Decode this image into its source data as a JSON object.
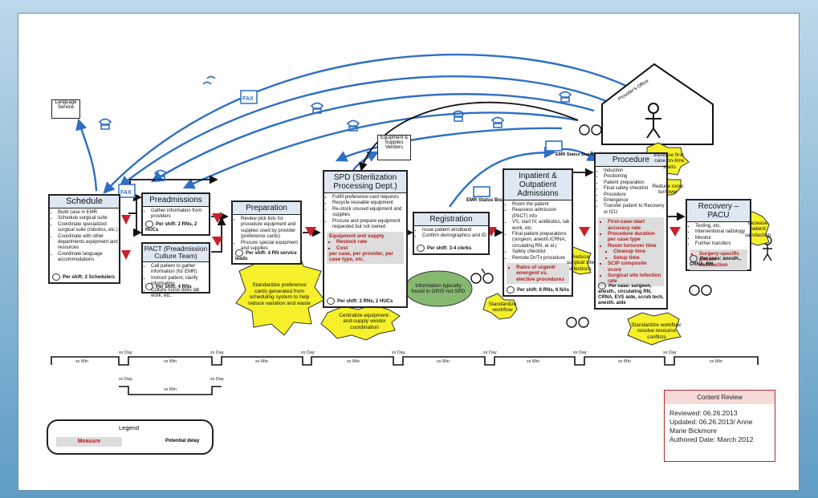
{
  "diagram": {
    "language_service": "Language Service",
    "vendors": "Equipment & Supplies Vendors",
    "fax": "FAX",
    "emr_board": "EMR Status Board",
    "provider_office": "Provider's Office"
  },
  "schedule": {
    "title": "Schedule",
    "items": [
      "Build case in EMR",
      "Schedule surgical suite",
      "Coordinate specialized surgical suite (robotics, etc.)",
      "Coordinate with other departments equipment and resources",
      "Coordinate language accommodations"
    ],
    "shift": "Per shift: 2 Schedulers"
  },
  "preadmissions": {
    "title": "Preadmissions",
    "items": [
      "Gather information from providers"
    ],
    "shift": "Per shift: 2 RNs, 2 HUCs"
  },
  "pact": {
    "title": "PACT (Preadmission Culture Team)",
    "items": [
      "Call patient to gather information (for EMR)",
      "Instruct patient; clarify information",
      "Culture nurse does lab work, etc."
    ],
    "shift": "Per shift: 4 RNs"
  },
  "preparation": {
    "title": "Preparation",
    "items": [
      "Review pick lists for procedure equipment and supplies used by provider (preference cards)",
      "Procure special equipment and supplies"
    ],
    "shift": "Per shift: 4 RN service leads"
  },
  "spd": {
    "title": "SPD (Sterilization Processing Dept.)",
    "items": [
      "Fulfill preference-card requests",
      "Recycle reusable equipment",
      "Re-stock unused equipment and supplies",
      "Procure and prepare equipment requested but not owned"
    ],
    "measure_title": "Equipment and supply",
    "measure_items": [
      "Restock rate",
      "Cost"
    ],
    "measure_tail": "per case, per provider, per case type, etc.",
    "shift": "Per shift: 2 RNs, 2 HUCs"
  },
  "registration": {
    "title": "Registration",
    "items": [
      "Issue patient wristband",
      "Confirm demographics and ID"
    ],
    "shift": "Per shift: 3-4 clerks"
  },
  "inpatient": {
    "title": "Inpatient & Outpatient Admissions",
    "items": [
      "Room the patient",
      "Reassess admission (PACT) info",
      "VS, start IV, antibiotics, lab work, etc.",
      "Final patient preparations (surgeon, anesth./CRNA, circulating RN, et al.)",
      "Safety checklist",
      "Remote Dr/Tx procedure"
    ],
    "measure_items": [
      "Rates of urgent/ emergent vs. elective procedures"
    ],
    "shift": "Per shift: 6 RNs, 6 NAs"
  },
  "procedure": {
    "title": "Procedure",
    "items": [
      "Induction",
      "Positioning",
      "Patient preparation",
      "Final safety checklist",
      "Procedure",
      "Emergence",
      "Transfer patient to Recovery or ICU"
    ],
    "measure_items": [
      "First-case-start accuracy rate",
      "Procedure duration per case type",
      "Room turnover time"
    ],
    "measure_sub": [
      "Cleanup time",
      "Setup time"
    ],
    "measure_items2": [
      "SCIP composite score",
      "Surgical site infection rate"
    ],
    "shift": "Per case: surgeon, anesth., circulating RN, CRNA, EVS aide, scrub tech, anesth. aide"
  },
  "recovery": {
    "title": "Recovery – PACU",
    "items": [
      "Testing, etc.",
      "Interventional radiology",
      "Monitor",
      "Further transfers"
    ],
    "measure_items": [
      "Surgery-specific patient satisfaction"
    ],
    "shift": "Per case: anesth., CRNA, RN"
  },
  "kaizen": {
    "standardize_cards": "Standardize preference cards generated from scheduling system to help reduce variation and waste",
    "centralize": "Centralize equipment-and-supply vendor coordination",
    "info_oris": "Information typically found in ORIS not SPD",
    "standardize_workflow": "Standardize workflow",
    "reduce_ssi": "Reduce surgical site infections",
    "increase_first_case": "Increase first-case on-time starts",
    "reduce_turnover": "Reduce room turnover",
    "resolve_conflicts": "Standardize workflow: resolve resource conflicts",
    "increase_satisfaction": "Increase patient satisfaction"
  },
  "timeline": {
    "min": "xx Min",
    "day": "xx Day"
  },
  "legend": {
    "title": "Legend",
    "measure": "Measure",
    "delay": "Potential delay"
  },
  "review": {
    "title": "Content Review",
    "reviewed": "Reviewed: 06.26.2013",
    "updated": "Updated: 06.26.2013/ Anne Marie Bickmore",
    "authored": "Authored Date: March 2012"
  },
  "colors": {
    "flow_arrow": "#2e6fc4",
    "delay": "#c8202c",
    "burst": "#f5f02a",
    "measure_text": "#b41c1c",
    "oval": "#86b870"
  }
}
